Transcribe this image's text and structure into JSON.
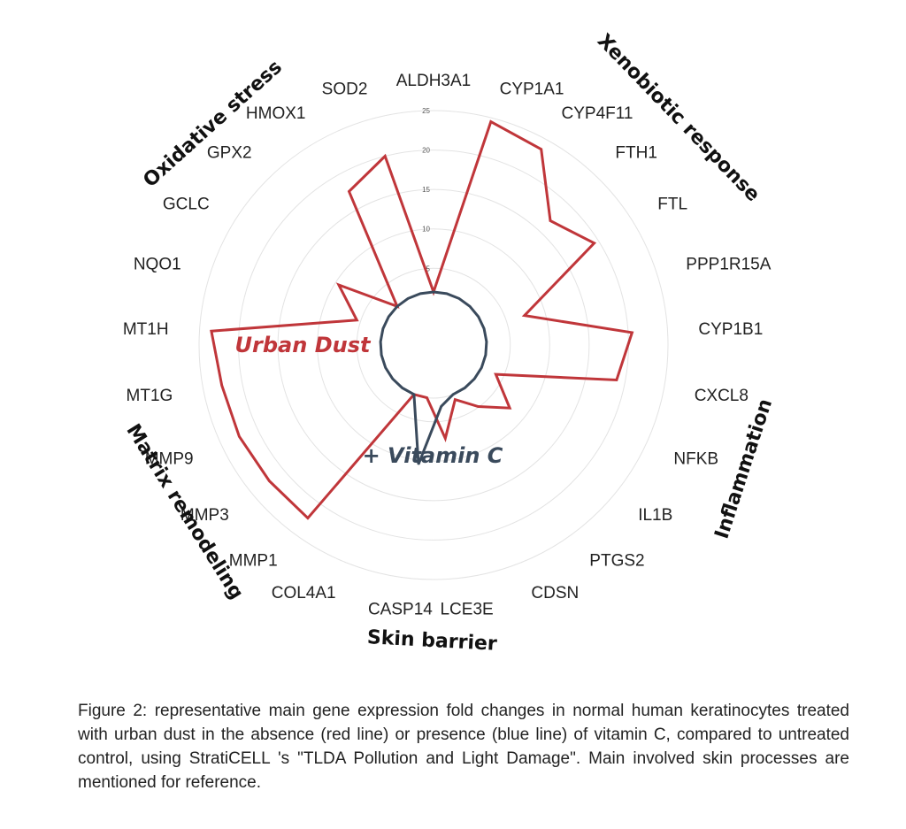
{
  "chart_data": {
    "type": "radar",
    "axes": [
      "ALDH3A1",
      "CYP1A1",
      "CYP4F11",
      "FTH1",
      "FTL",
      "PPP1R15A",
      "CYP1B1",
      "CXCL8",
      "NFKB",
      "IL1B",
      "PTGS2",
      "CDSN",
      "LCE3E",
      "CASP14",
      "COL4A1",
      "MMP1",
      "MMP3",
      "MMP9",
      "MT1G",
      "MT1H",
      "NQO1",
      "GCLC",
      "GPX2",
      "HMOX1",
      "SOD2"
    ],
    "rlim": [
      0,
      25
    ],
    "ticks": [
      5,
      10,
      15,
      20,
      25
    ],
    "tick_labels": [
      "5",
      "10",
      "15",
      "20",
      "25"
    ],
    "series": [
      {
        "name": "Urban Dust",
        "color": "#c0363a",
        "values": [
          0.3,
          24.5,
          23.6,
          16.9,
          19.4,
          7.4,
          20.5,
          18.9,
          4.0,
          7.8,
          4.9,
          2.7,
          7.2,
          0.8,
          0.7,
          22.4,
          22.3,
          22.5,
          22.6,
          23.5,
          5.5,
          9.5,
          1.5,
          17.5,
          20.0
        ]
      },
      {
        "name": "+ Vitamin C",
        "color": "#3a4a5c",
        "values": [
          0.6,
          0.6,
          0.8,
          0.2,
          0.2,
          0.2,
          0.7,
          0.2,
          0.2,
          0.2,
          0.2,
          0.2,
          3.1,
          10.5,
          1.0,
          0.2,
          0.2,
          0.2,
          0.2,
          0.3,
          0.2,
          0.2,
          0.2,
          0.2,
          0.2
        ]
      }
    ],
    "groups": [
      "Oxidative stress",
      "Xenobiotic response",
      "Inflammation",
      "Skin barrier",
      "Matrix remodeling"
    ],
    "series_labels": [
      "Urban Dust",
      "+ Vitamin C"
    ],
    "grid": true
  },
  "caption": "Figure 2: representative main gene expression fold changes in normal human keratinocytes treated with urban dust in the absence (red line) or presence (blue line) of vitamin C, compared to untreated control, using StratiCELL 's \"TLDA Pollution and Light Damage\". Main involved skin processes are mentioned for reference."
}
